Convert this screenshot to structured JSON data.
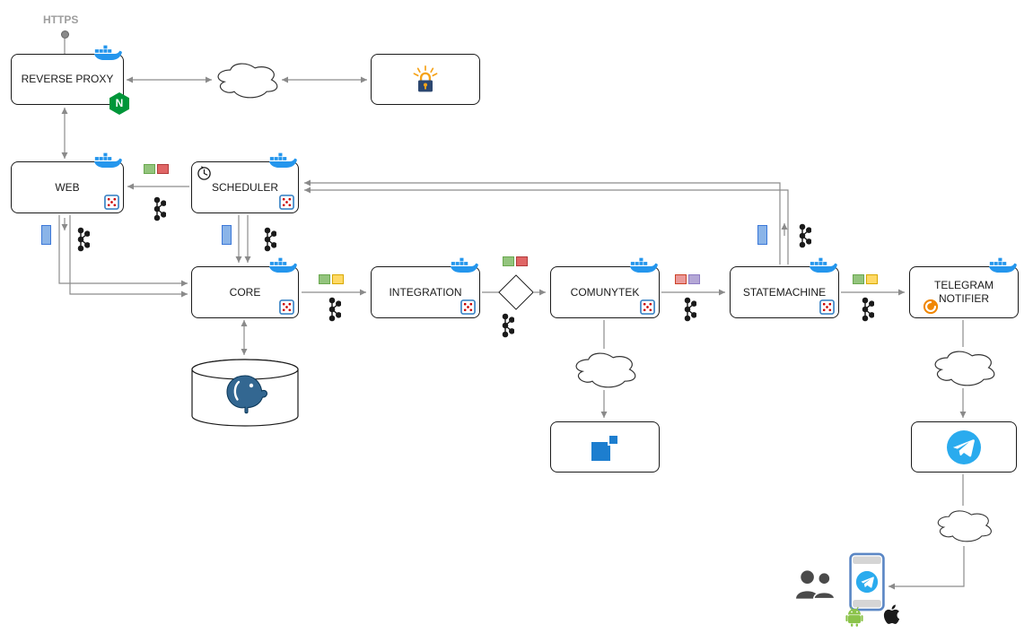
{
  "nodes": {
    "https": "HTTPS",
    "reverse_proxy": "REVERSE PROXY",
    "web": "WEB",
    "scheduler": "SCHEDULER",
    "core": "CORE",
    "integration": "INTEGRATION",
    "comunytek": "COMUNYTEK",
    "statemachine": "STATEMACHINE",
    "telegram_notifier": "TELEGRAM NOTIFIER"
  },
  "icons": {
    "nginx_letter": "N",
    "container_runtime": "docker-whale-icon",
    "message_bus": "kafka-icon",
    "microservice_marker": "dice-icon",
    "scheduler_marker": "clock-icon",
    "certificate_provider": "lets-encrypt-padlock-icon",
    "database": "postgresql-cylinder-icon",
    "decision": "diamond-shape",
    "external_network": "cloud-shape",
    "partner_system": "blue-squares-logo-icon",
    "notifier_logo": "orange-swirl-icon",
    "messenger": "telegram-icon",
    "client_phone": "smartphone-icon",
    "client_users": "users-icon",
    "client_android": "android-icon",
    "client_apple": "apple-icon"
  },
  "colors": {
    "docker_blue": "#2496ED",
    "nginx_green": "#009639",
    "telegram_blue": "#2AABEE",
    "postgres_blue": "#336791",
    "lets_encrypt_orange": "#F5A31A",
    "connector_gray": "#8a8a8a",
    "node_border": "#1a1a1a",
    "topic_green": "#93c47d",
    "topic_red": "#e06666",
    "topic_yellow": "#ffd966",
    "topic_blue": "#8ab4e8",
    "topic_pink": "#ea9999",
    "topic_purple": "#b4a7d6"
  }
}
